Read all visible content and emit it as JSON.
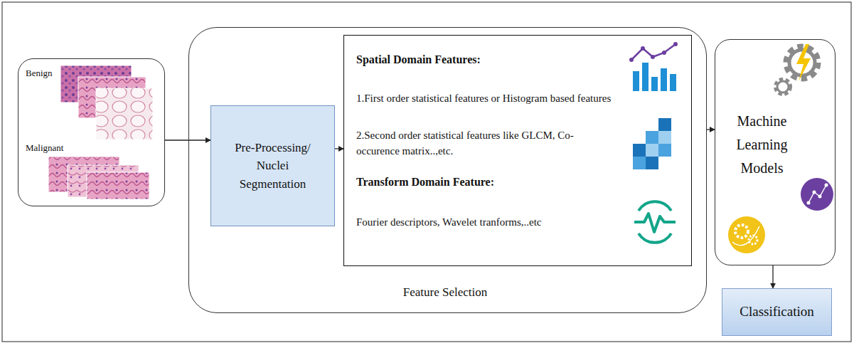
{
  "diagram": {
    "nodes": [
      {
        "text": [
          "Benign",
          "Malignant"
        ]
      },
      {
        "text": [
          "Feature Selection"
        ]
      },
      {
        "text": [
          "Pre-Processing/ Nuclei Segmentation"
        ],
        "in": 1
      },
      {
        "text": [
          "Spatial Domain Features:",
          "1.First order statistical features or Histogram based features",
          "2.Second order statistical features like GLCM, Co-occurence matrix..,etc.",
          "Transform Domain Feature:",
          "Fourier descriptors, Wavelet tranforms,..etc"
        ],
        "in": 1
      },
      {
        "text": [
          "Machine Learning Models"
        ]
      },
      {
        "text": [
          "Classification"
        ]
      }
    ],
    "edges": [
      {
        "from": 0,
        "to": 2,
        "arrow": "to"
      },
      {
        "from": 2,
        "to": 3,
        "arrow": "to"
      },
      {
        "from": 1,
        "to": 4,
        "arrow": "to"
      },
      {
        "from": 4,
        "to": 5,
        "arrow": "to"
      }
    ]
  }
}
